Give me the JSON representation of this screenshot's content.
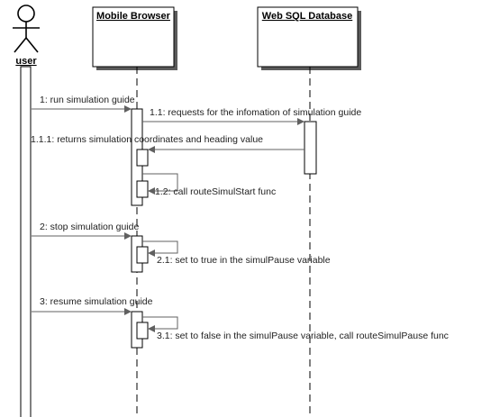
{
  "actors": {
    "user": {
      "label": "user"
    },
    "mobile_browser": {
      "label": "Mobile Browser"
    },
    "web_sql_database": {
      "label": "Web SQL Database"
    }
  },
  "messages": [
    {
      "id": "m1",
      "label": "1: run simulation guide",
      "from": "user",
      "to": "mobile_browser"
    },
    {
      "id": "m11",
      "label": "1.1: requests for the infomation of simulation guide",
      "from": "mobile_browser",
      "to": "web_sql_database"
    },
    {
      "id": "m111",
      "label": "1.1.1: returns simulation coordinates and heading value",
      "from": "web_sql_database",
      "to": "mobile_browser"
    },
    {
      "id": "m12",
      "label": "1.2: call routeSimulStart func",
      "from": "mobile_browser",
      "to": "mobile_browser"
    },
    {
      "id": "m2",
      "label": "2: stop simulation guide",
      "from": "user",
      "to": "mobile_browser"
    },
    {
      "id": "m21",
      "label": "2.1: set to true in the simulPause variable",
      "from": "mobile_browser",
      "to": "mobile_browser"
    },
    {
      "id": "m3",
      "label": "3: resume simulation guide",
      "from": "user",
      "to": "mobile_browser"
    },
    {
      "id": "m31",
      "label": "3.1: set to false in the simulPause variable, call routeSimulPause func",
      "from": "mobile_browser",
      "to": "mobile_browser"
    }
  ]
}
